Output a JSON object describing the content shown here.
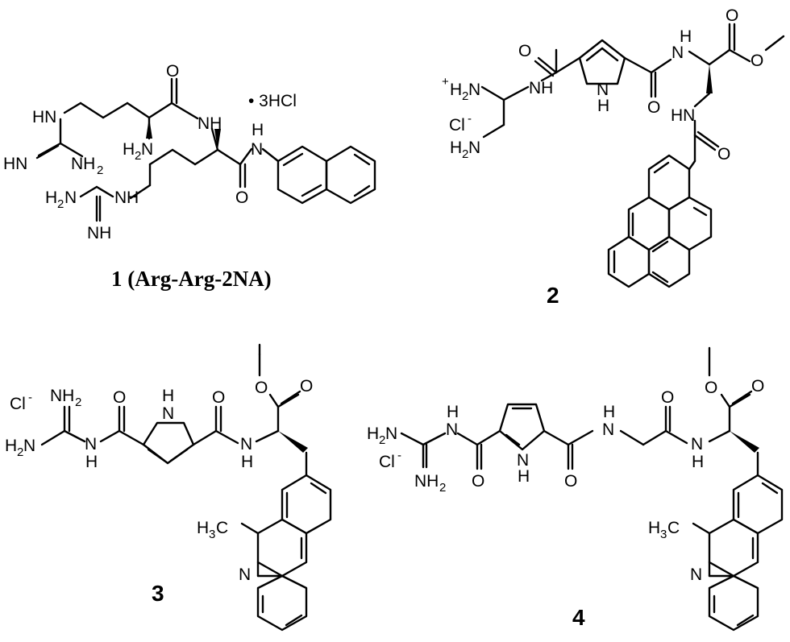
{
  "compounds": [
    {
      "caption": "1 (Arg-Arg-2NA)",
      "salt": "• 3HCl",
      "labels": {
        "hn_top": "HN",
        "hn2_left": "HN",
        "nh2_a": "NH",
        "nh2_a_sub": "2",
        "h2n_alpha": "H",
        "h2n_alpha_sub": "2",
        "h2n_alpha_n": "N",
        "o_top": "O",
        "nh_amide": "NH",
        "h_amide2": "H",
        "n_amide2": "N",
        "o_bottom": "O",
        "h2n_b": "H",
        "h2n_b_sub": "2",
        "h2n_b_n": "N",
        "hn_b": "N",
        "hn_b_h": "H",
        "nh_b": "NH"
      }
    },
    {
      "caption": "2",
      "labels": {
        "plus": "+",
        "h2n_top": "H",
        "h2n_top_sub": "2",
        "h2n_top_n": "N",
        "cl": "Cl",
        "cl_sup": "-",
        "h2n_bot": "H",
        "h2n_bot_sub": "2",
        "h2n_bot_n": "N",
        "o_left": "O",
        "nh_left": "NH",
        "n_ring": "N",
        "h_ring": "H",
        "o_mid": "O",
        "h_amide": "H",
        "n_amide": "N",
        "o_ester1": "O",
        "o_ester2": "O",
        "hn_side": "HN",
        "o_side": "O"
      }
    },
    {
      "caption": "3",
      "labels": {
        "cl": "Cl",
        "cl_sup": "-",
        "nh2": "NH",
        "nh2_sub": "2",
        "h2n": "H",
        "h2n_sub": "2",
        "h2n_n": "N",
        "o_left": "O",
        "n_left": "N",
        "h_left": "H",
        "h_ring": "H",
        "n_ring": "N",
        "o_right": "O",
        "n_amide": "N",
        "h_amide": "H",
        "o_ester1": "O",
        "o_ester2": "O",
        "h3c": "H",
        "h3c_sub": "3",
        "h3c_c": "C",
        "n_acr": "N"
      }
    },
    {
      "caption": "4",
      "labels": {
        "h2n": "H",
        "h2n_sub": "2",
        "h2n_n": "N",
        "cl": "Cl",
        "cl_sup": "-",
        "nh2": "NH",
        "nh2_sub": "2",
        "h_top1": "H",
        "n_top1": "N",
        "o_left": "O",
        "n_ring": "N",
        "h_ring": "H",
        "o_mid": "O",
        "h_top2": "H",
        "n_top2": "N",
        "o_gly": "O",
        "n_amide": "N",
        "h_amide": "H",
        "o_ester1": "O",
        "o_ester2": "O",
        "h3c": "H",
        "h3c_sub": "3",
        "h3c_c": "C",
        "n_acr": "N"
      }
    }
  ]
}
